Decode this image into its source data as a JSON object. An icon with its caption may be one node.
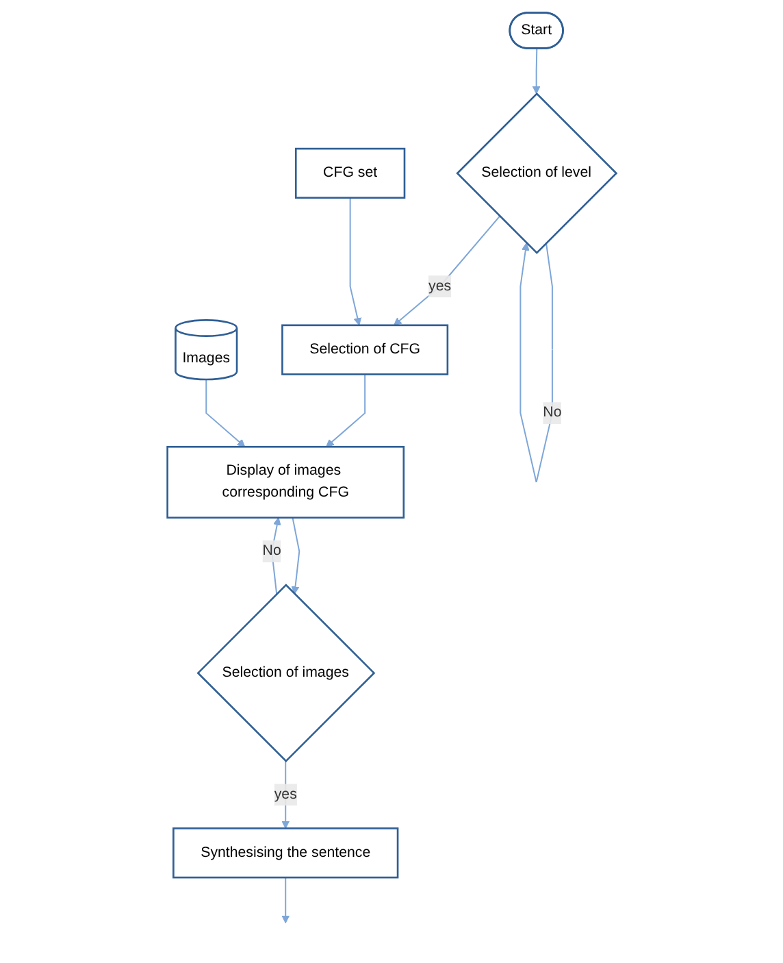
{
  "diagram": {
    "nodes": [
      {
        "text": [
          "Start"
        ]
      },
      {
        "text": [
          "Selection of level"
        ]
      },
      {
        "text": [
          "Selection of CFG"
        ]
      },
      {
        "text": [
          "CFG set"
        ]
      },
      {
        "text": [
          "Display of images corresponding CFG"
        ]
      },
      {
        "text": [
          "Images"
        ]
      },
      {
        "text": [
          "Selection of images"
        ]
      },
      {
        "text": [
          "Synthesising the sentence"
        ]
      }
    ],
    "edges": [
      {
        "from": 0,
        "to": 1,
        "arrow": "to"
      },
      {
        "from": 1,
        "to": 1,
        "label": "No",
        "arrow": "to"
      },
      {
        "from": 1,
        "to": 2,
        "label": "yes",
        "arrow": "to"
      },
      {
        "from": 3,
        "to": 2,
        "arrow": "to"
      },
      {
        "from": 2,
        "to": 4,
        "arrow": "to"
      },
      {
        "from": 5,
        "to": 4,
        "arrow": "to"
      },
      {
        "from": 4,
        "to": 6,
        "arrow": "to"
      },
      {
        "from": 6,
        "to": 4,
        "label": "No",
        "arrow": "to"
      },
      {
        "from": 6,
        "to": 7,
        "label": "yes",
        "arrow": "to"
      },
      {
        "from": 7,
        "to": null,
        "arrow": "to"
      }
    ]
  }
}
